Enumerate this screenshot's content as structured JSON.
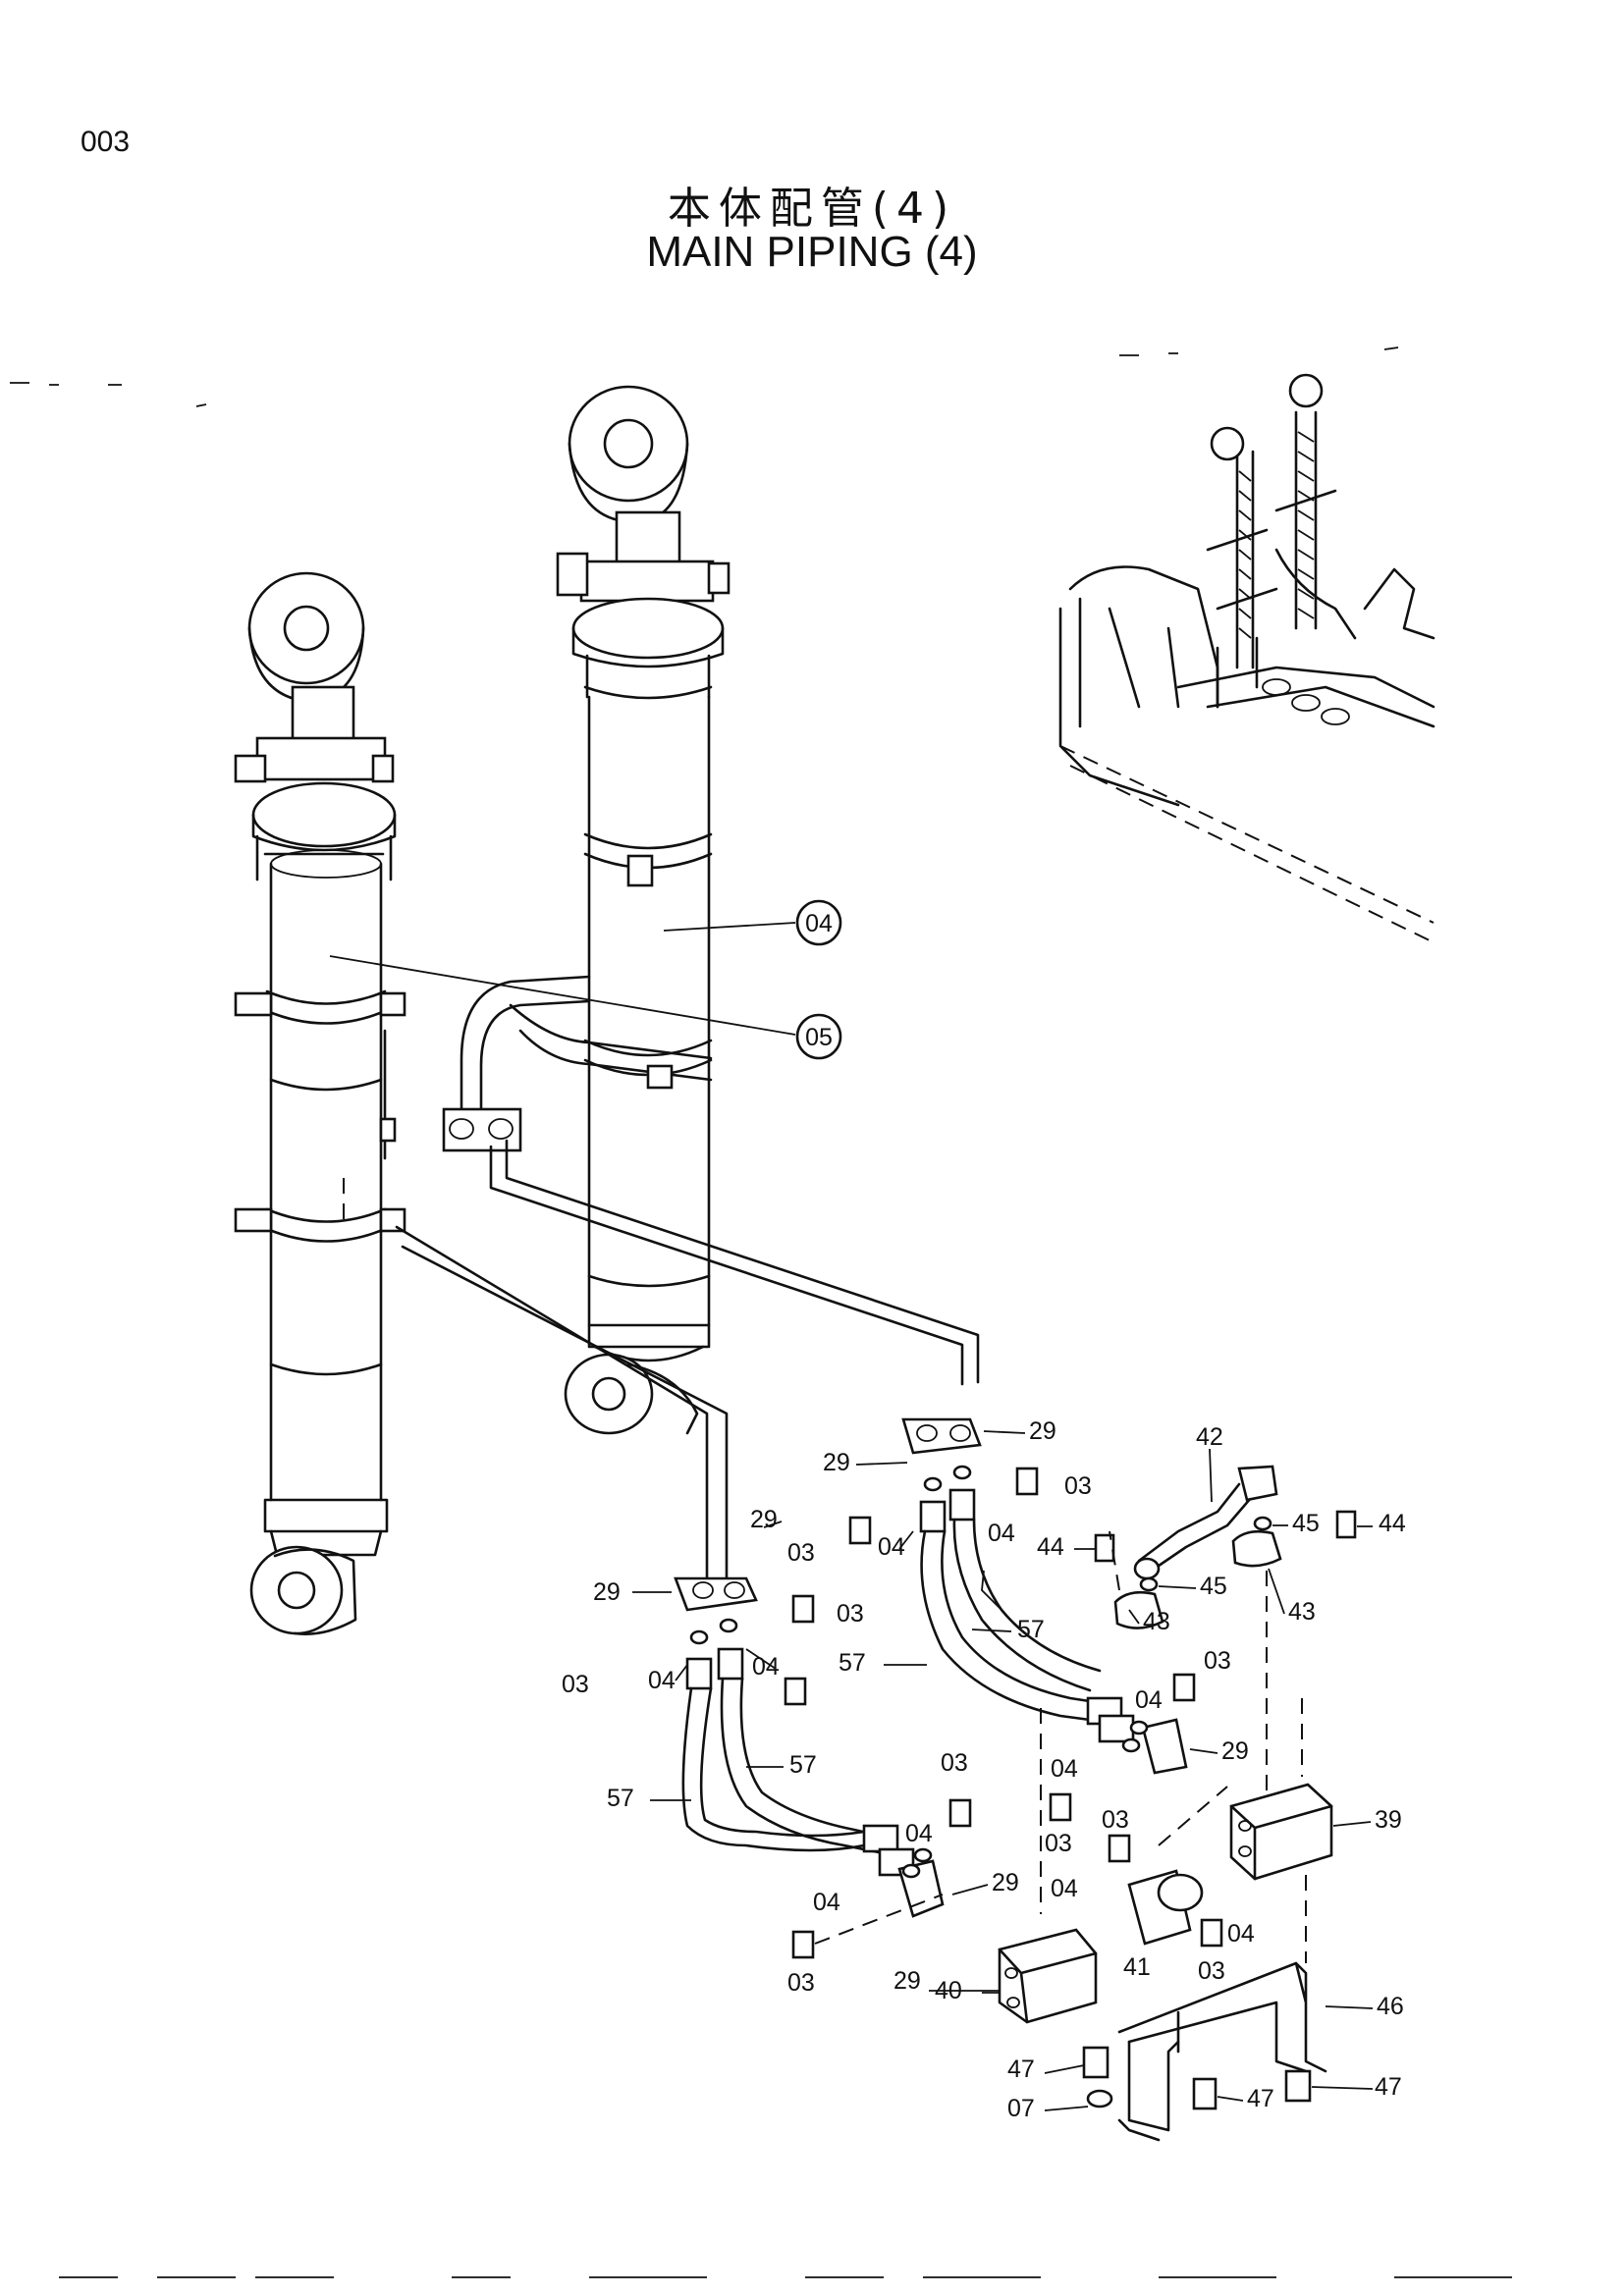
{
  "page_number": "003",
  "title_jp": "本体配管(4)",
  "title_en": "MAIN PIPING (4)",
  "callouts": {
    "c04": "04",
    "c05": "05"
  },
  "labels": {
    "l29a": "29",
    "l29b": "29",
    "l29c": "29",
    "l29d": "29",
    "l29e": "29",
    "l29f": "29",
    "l29g": "29",
    "l03a": "03",
    "l03b": "03",
    "l03c": "03",
    "l03d": "03",
    "l03e": "03",
    "l03f": "03",
    "l03g": "03",
    "l03h": "03",
    "l03i": "03",
    "l04a": "04",
    "l04b": "04",
    "l04c": "04",
    "l04d": "04",
    "l04e": "04",
    "l04f": "04",
    "l04g": "04",
    "l04h": "04",
    "l04i": "04",
    "l04j": "04",
    "l57a": "57",
    "l57b": "57",
    "l57c": "57",
    "l57d": "57",
    "l42": "42",
    "l43a": "43",
    "l43b": "43",
    "l44a": "44",
    "l44b": "44",
    "l45a": "45",
    "l45b": "45",
    "l39": "39",
    "l40": "40",
    "l41": "41",
    "l46": "46",
    "l47a": "47",
    "l47b": "47",
    "l47c": "47",
    "l07": "07"
  }
}
